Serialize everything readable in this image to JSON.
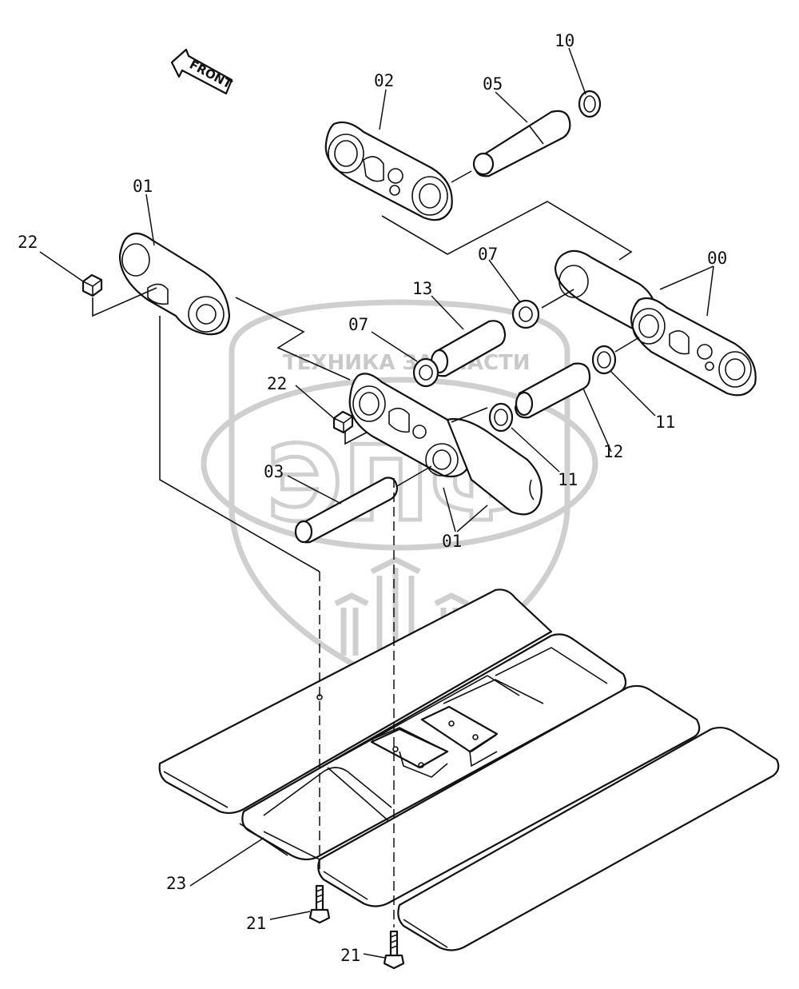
{
  "watermark": {
    "text": "ТЕХНИКА ЗАПЧАСТИ",
    "logo": "ЭПФ"
  },
  "direction_marker": {
    "label": "FRONT"
  },
  "callouts": {
    "c00": "00",
    "c01a": "01",
    "c01b": "01",
    "c02": "02",
    "c03": "03",
    "c05": "05",
    "c07a": "07",
    "c07b": "07",
    "c10": "10",
    "c11a": "11",
    "c11b": "11",
    "c12": "12",
    "c13": "13",
    "c21a": "21",
    "c21b": "21",
    "c22a": "22",
    "c22b": "22",
    "c23": "23"
  }
}
